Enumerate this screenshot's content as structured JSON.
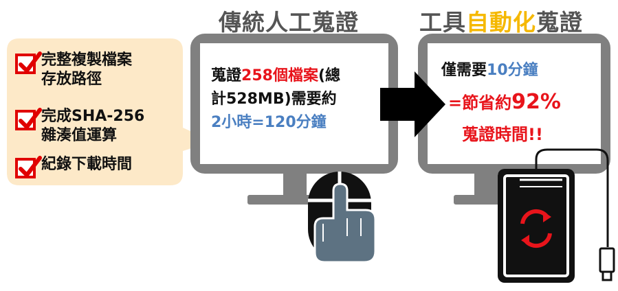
{
  "titles": {
    "left": "傳統人工蒐證",
    "right_part1": "工具",
    "right_highlight": "自動化",
    "right_part2": "蒐證"
  },
  "checklist": {
    "item1_line1": "完整複製檔案",
    "item1_line2": "存放路徑",
    "item2_line1": "完成SHA-256",
    "item2_line2": "雜湊值運算",
    "item3_line1": "紀錄下載時間"
  },
  "left_screen": {
    "line1_a": "蒐證",
    "line1_b": "258個檔案",
    "line1_c": "(總",
    "line2": "計528MB)需要約",
    "line3": "2小時=120分鐘"
  },
  "right_screen": {
    "line1_a": "僅需要",
    "line1_b": "10分鐘",
    "line2_a": "=節省約",
    "line2_b": "92%",
    "line3": "蒐證時間!!"
  },
  "colors": {
    "monitor": "#808080",
    "bubble": "#fde9c8",
    "highlight_red": "#e8141b",
    "highlight_blue": "#4a7fc1",
    "highlight_gold": "#f5b800",
    "mouse": "#5d7282"
  }
}
